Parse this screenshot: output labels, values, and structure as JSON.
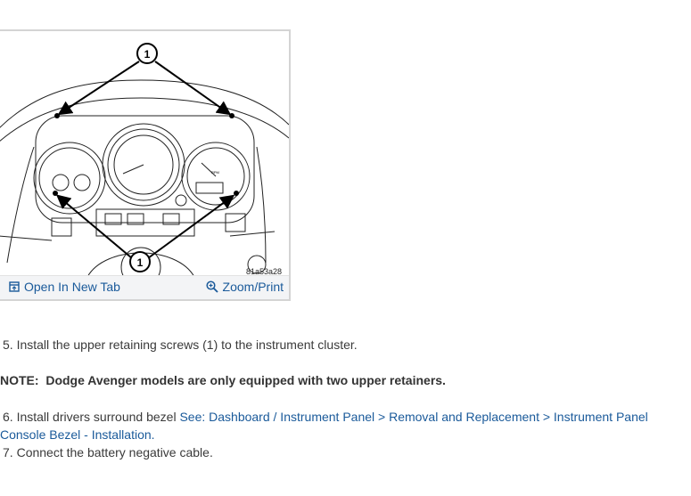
{
  "figure": {
    "callout_label": "1",
    "figure_code": "81a53a28",
    "open_tab_label": "Open In New Tab",
    "zoom_label": "Zoom/Print",
    "rpm_label": "RPM"
  },
  "steps": {
    "step5_number": "5.",
    "step5_text": "Install the upper retaining screws (1) to the instrument cluster.",
    "note_label": "NOTE:",
    "note_text": "Dodge Avenger models are only equipped with two upper retainers.",
    "step6_number": "6.",
    "step6_text": "Install drivers surround bezel",
    "step6_link_line1": "See: Dashboard / Instrument Panel > Removal and Replacement > Instrument Panel",
    "step6_link_line2": "Console Bezel - Installation.",
    "step7_number": "7.",
    "step7_text": "Connect the battery negative cable."
  },
  "colors": {
    "link": "#1a5a9a",
    "text": "#333333",
    "border": "#d4d4d4"
  }
}
